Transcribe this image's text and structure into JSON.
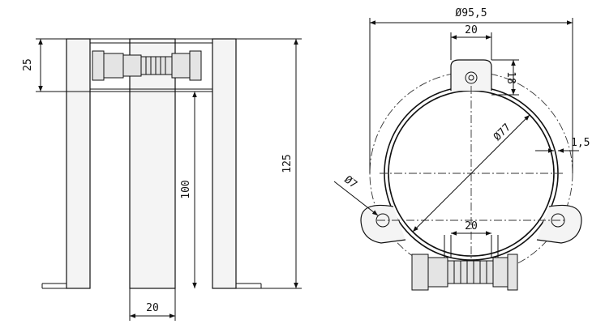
{
  "dimensions": {
    "side_top_height": "25",
    "side_inner_height": "100",
    "side_total_height": "125",
    "side_bottom_width": "20",
    "front_outer_diameter": "95,5",
    "front_top_tab_width": "20",
    "front_tab_height": "18",
    "front_inner_diameter": "77",
    "front_wall_thickness": "1,5",
    "front_hole_diameter": "7",
    "front_bottom_gap": "20"
  },
  "symbols": {
    "diameter": "Ø"
  },
  "colors": {
    "line": "#111111",
    "fill": "#f4f4f4"
  }
}
